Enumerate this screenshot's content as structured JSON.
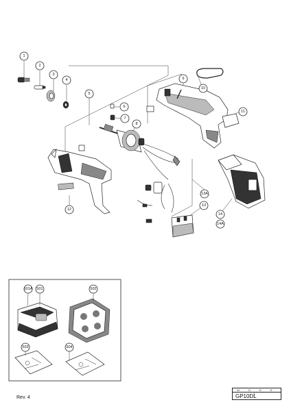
{
  "callouts": [
    "1",
    "2",
    "3",
    "4",
    "5",
    "6",
    "7",
    "8",
    "9",
    "10",
    "11",
    "12",
    "13A",
    "13",
    "14",
    "14A",
    "501A",
    "501",
    "502",
    "503",
    "504"
  ],
  "footer": {
    "revision": "Rev. 4",
    "model_header": "M O D E L",
    "model_value": "GP10DL"
  }
}
